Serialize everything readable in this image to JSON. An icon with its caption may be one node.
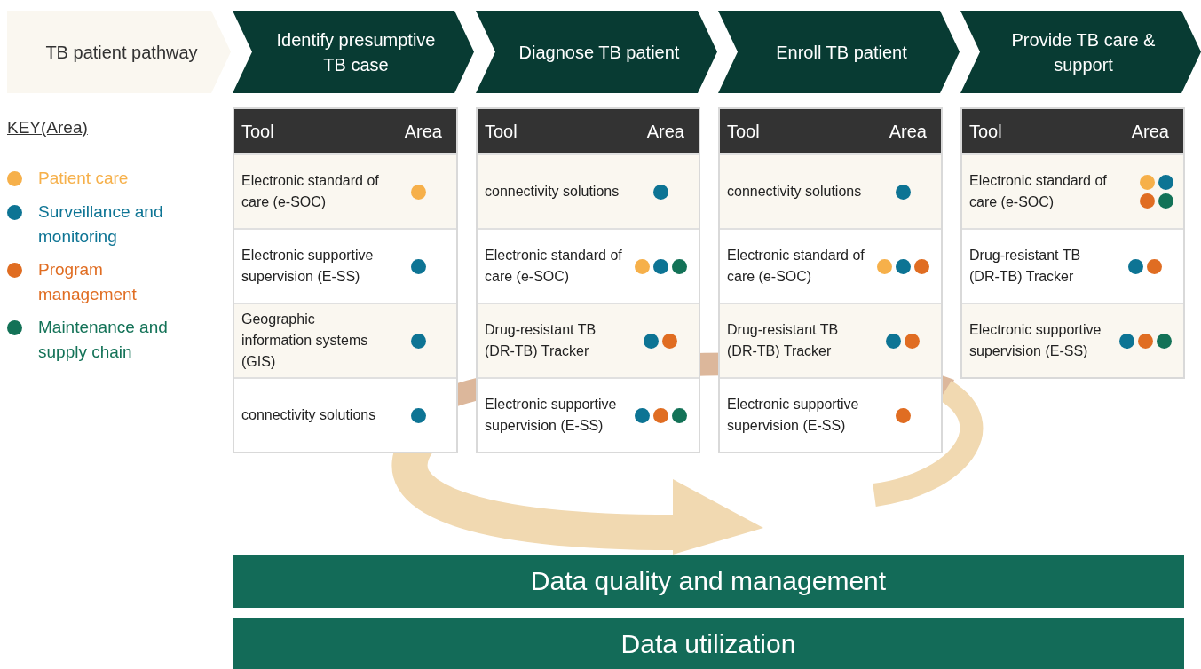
{
  "diagram": {
    "nodes": [
      {
        "text": [
          "TB patient pathway"
        ]
      },
      {
        "text": [
          "Identify presumptive TB case"
        ]
      },
      {
        "text": [
          "Diagnose TB patient"
        ]
      },
      {
        "text": [
          "Enroll TB patient"
        ]
      },
      {
        "text": [
          "Provide TB care & support"
        ]
      },
      {
        "text": [
          "Tool",
          "Area"
        ]
      },
      {
        "text": [
          "Electronic standard of care (e-SOC)"
        ],
        "in": 5
      },
      {
        "text": [],
        "shape": "circle",
        "in": 6
      },
      {
        "text": [
          "Electronic supportive supervision (E-SS)"
        ],
        "in": 5
      },
      {
        "text": [],
        "shape": "circle",
        "in": 8
      },
      {
        "text": [
          "Geographic information systems (GIS)"
        ],
        "in": 5
      },
      {
        "text": [],
        "shape": "circle",
        "in": 10
      },
      {
        "text": [
          "connectivity solutions"
        ],
        "in": 5
      },
      {
        "text": [],
        "shape": "circle",
        "in": 12
      },
      {
        "text": [
          "Tool",
          "Area"
        ]
      },
      {
        "text": [
          "connectivity solutions"
        ],
        "in": 14
      },
      {
        "text": [],
        "shape": "circle",
        "in": 15
      },
      {
        "text": [
          "Electronic standard of care (e-SOC)"
        ],
        "in": 14
      },
      {
        "text": [],
        "shape": "circle",
        "in": 17
      },
      {
        "text": [],
        "shape": "circle",
        "in": 17
      },
      {
        "text": [],
        "shape": "circle",
        "in": 17
      },
      {
        "text": [
          "Drug-resistant TB (DR-TB) Tracker"
        ],
        "in": 14
      },
      {
        "text": [],
        "shape": "circle",
        "in": 21
      },
      {
        "text": [],
        "shape": "circle",
        "in": 21
      },
      {
        "text": [
          "Electronic supportive supervision (E-SS)"
        ],
        "in": 14
      },
      {
        "text": [],
        "shape": "circle",
        "in": 24
      },
      {
        "text": [],
        "shape": "circle",
        "in": 24
      },
      {
        "text": [],
        "shape": "circle",
        "in": 24
      },
      {
        "text": [
          "Tool",
          "Area"
        ]
      },
      {
        "text": [
          "connectivity solutions"
        ],
        "in": 28
      },
      {
        "text": [],
        "shape": "circle",
        "in": 29
      },
      {
        "text": [
          "Electronic standard of care (e-SOC)"
        ],
        "in": 28
      },
      {
        "text": [],
        "shape": "circle",
        "in": 31
      },
      {
        "text": [],
        "shape": "circle",
        "in": 31
      },
      {
        "text": [],
        "shape": "circle",
        "in": 31
      },
      {
        "text": [
          "Drug-resistant TB (DR-TB) Tracker"
        ],
        "in": 28
      },
      {
        "text": [],
        "shape": "circle",
        "in": 35
      },
      {
        "text": [],
        "shape": "circle",
        "in": 35
      },
      {
        "text": [
          "Electronic supportive supervision (E-SS)"
        ],
        "in": 28
      },
      {
        "text": [],
        "shape": "circle",
        "in": 38
      },
      {
        "text": [
          "Tool",
          "Area"
        ]
      },
      {
        "text": [
          "Electronic standard of care (e-SOC)"
        ],
        "in": 40
      },
      {
        "text": [],
        "shape": "circle",
        "in": 41
      },
      {
        "text": [],
        "shape": "circle",
        "in": 41
      },
      {
        "text": [],
        "shape": "circle",
        "in": 41
      },
      {
        "text": [],
        "shape": "circle",
        "in": 41
      },
      {
        "text": [
          "Drug-resistant TB (DR-TB) Tracker"
        ],
        "in": 40
      },
      {
        "text": [],
        "shape": "circle",
        "in": 46
      },
      {
        "text": [],
        "shape": "circle",
        "in": 46
      },
      {
        "text": [
          "Electronic supportive supervision (E-SS)"
        ],
        "in": 40
      },
      {
        "text": [],
        "shape": "circle",
        "in": 49
      },
      {
        "text": [],
        "shape": "circle",
        "in": 49
      },
      {
        "text": [],
        "shape": "circle",
        "in": 49
      },
      {
        "text": [
          "Data quality and management"
        ]
      },
      {
        "text": [
          "Data utilization"
        ]
      }
    ],
    "labels": [
      "KEY(Area)"
    ],
    "legend": [
      {
        "text": "Patient care",
        "color": "#f6b04a"
      },
      {
        "text": "Surveillance and monitoring",
        "color": "#0d7494"
      },
      {
        "text": "Program management",
        "color": "#e06d22"
      },
      {
        "text": "Maintenance and supply chain",
        "color": "#137257"
      }
    ]
  }
}
